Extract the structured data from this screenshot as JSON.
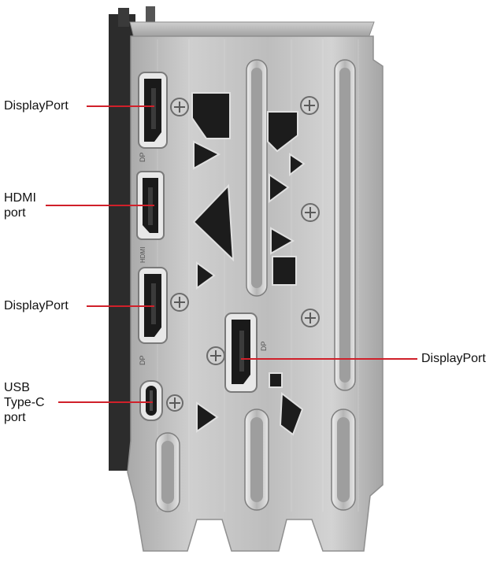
{
  "labels": {
    "displayport_top": "DisplayPort",
    "hdmi": "HDMI\nport",
    "displayport_mid": "DisplayPort",
    "usb_c": "USB\nType-C\nport",
    "displayport_right": "DisplayPort"
  },
  "port_markings": {
    "dp1": "DP",
    "hdmi": "HDMI",
    "dp2": "DP",
    "dp3": "DP"
  },
  "colors": {
    "background": "#ffffff",
    "bracket_metal": "#c9c9c9",
    "port_outline": "#e8e8e8",
    "port_cavity": "#1a1a1a",
    "leader_line": "#d0202a",
    "label_text": "#111111"
  }
}
